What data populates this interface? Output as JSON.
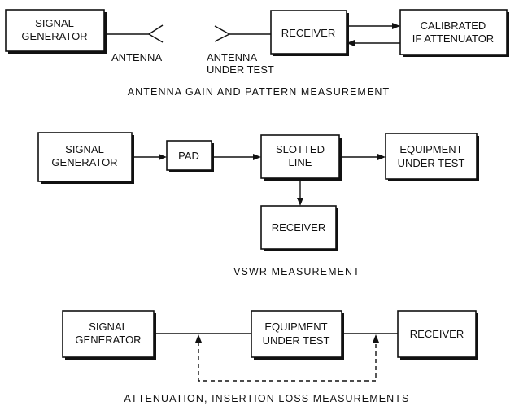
{
  "diagrams": {
    "gain": {
      "caption": "ANTENNA GAIN AND PATTERN MEASUREMENT",
      "signal_generator": [
        "SIGNAL",
        "GENERATOR"
      ],
      "antenna": "ANTENNA",
      "antenna_under_test": [
        "ANTENNA",
        "UNDER TEST"
      ],
      "receiver": "RECEIVER",
      "attenuator": [
        "CALIBRATED",
        "IF ATTENUATOR"
      ]
    },
    "vswr": {
      "caption": "VSWR MEASUREMENT",
      "signal_generator": [
        "SIGNAL",
        "GENERATOR"
      ],
      "pad": "PAD",
      "slotted_line": [
        "SLOTTED",
        "LINE"
      ],
      "equipment": [
        "EQUIPMENT",
        "UNDER TEST"
      ],
      "receiver": "RECEIVER"
    },
    "attenuation": {
      "caption": "ATTENUATION, INSERTION LOSS MEASUREMENTS",
      "signal_generator": [
        "SIGNAL",
        "GENERATOR"
      ],
      "equipment": [
        "EQUIPMENT",
        "UNDER TEST"
      ],
      "receiver": "RECEIVER"
    }
  }
}
